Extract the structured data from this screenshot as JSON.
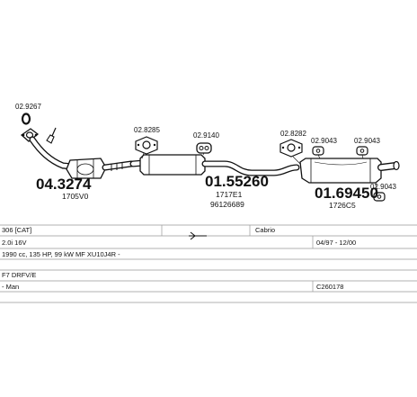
{
  "parts": {
    "catalyst": {
      "number": "04.3274",
      "oem": "1705V0"
    },
    "centre_silencer": {
      "number": "01.55260",
      "oem_1": "1717E1",
      "oem_2": "96126689"
    },
    "rear_silencer": {
      "number": "01.69450",
      "oem": "1726C5"
    },
    "accessories": {
      "nut": "02.9267",
      "clamp_front": "02.8285",
      "hanger_centre": "02.9140",
      "clamp_rear": "02.8282",
      "hanger_rear_1": "02.9043",
      "hanger_rear_2": "02.9043",
      "hanger_rear_3": "02.9043"
    }
  },
  "table": {
    "model": "306 [CAT]",
    "body": "Cabrio",
    "engine": "2.0i 16V",
    "years": "04/97 - 12/00",
    "specs": "1990 cc, 135 HP, 99 kW MF XU10J4R -",
    "engine_code": "F7 DRFV/E",
    "gearbox": "- Man",
    "ref": "C260178"
  }
}
